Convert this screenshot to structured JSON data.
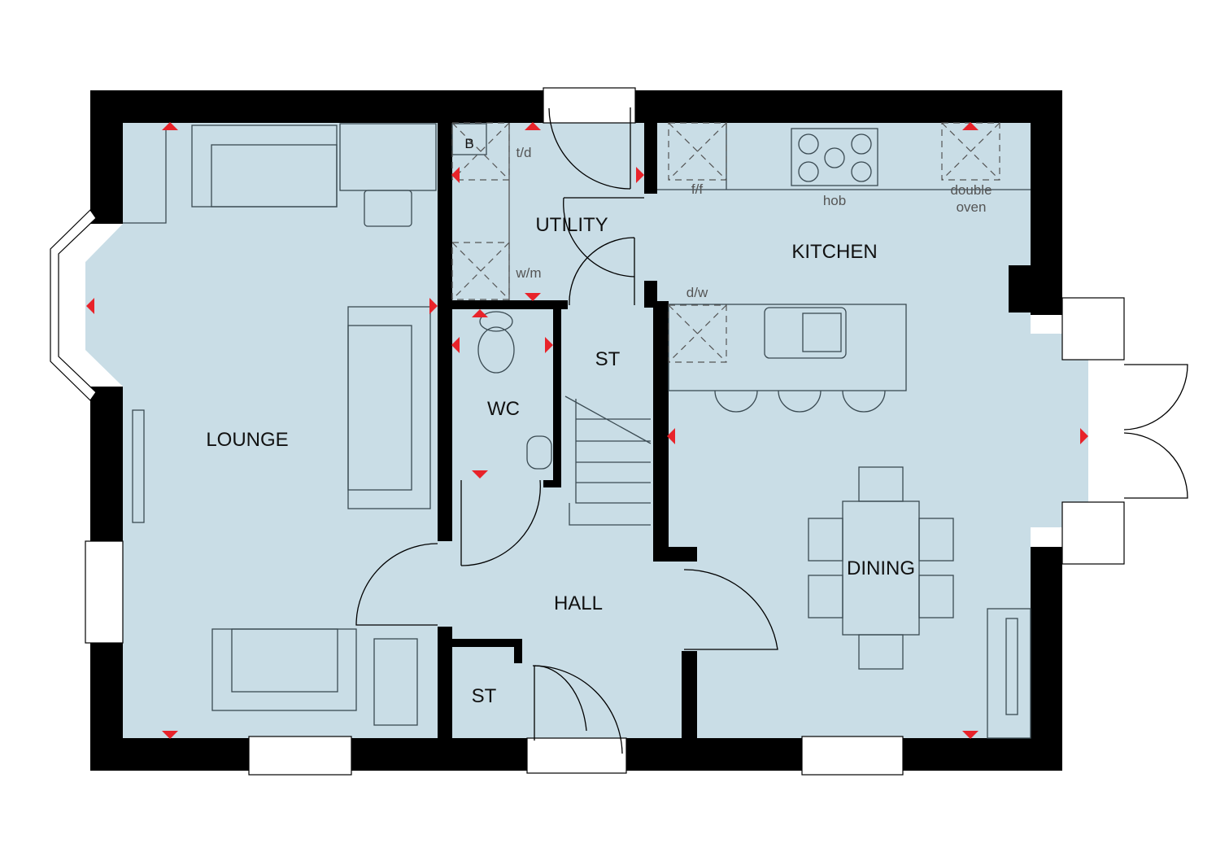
{
  "rooms": {
    "lounge": "LOUNGE",
    "utility": "UTILITY",
    "kitchen": "KITCHEN",
    "store_stairs": "ST",
    "wc": "WC",
    "hall": "HALL",
    "dining": "DINING",
    "store_hall": "ST"
  },
  "appliances": {
    "boiler": "B",
    "tumble_dryer": "t/d",
    "washing_machine": "w/m",
    "fridge_freezer": "f/f",
    "hob": "hob",
    "double_oven_line1": "double",
    "double_oven_line2": "oven",
    "dishwasher": "d/w"
  },
  "colors": {
    "floor": "#c9dde6",
    "wall": "#000000",
    "marker": "#e8232a"
  }
}
